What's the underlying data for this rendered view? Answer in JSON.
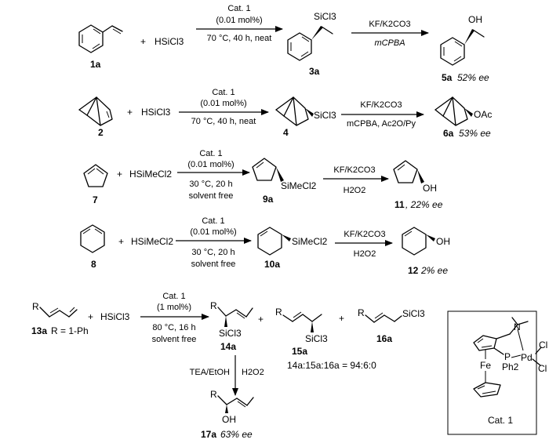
{
  "catalyst": {
    "label": "Cat. 1"
  },
  "rows": [
    {
      "reagent": "HSiCl3",
      "step1": {
        "cat": "Cat. 1",
        "loading": "(0.01 mol%)",
        "line3": "70 °C, 40 h, neat",
        "line4": ""
      },
      "step2": {
        "top": "KF/K2CO3",
        "bottom": "mCPBA"
      },
      "substrate_label": "1a",
      "intermediate_label": "3a",
      "intermediate_group": "SiCl3",
      "product_label": "5a",
      "product_ee": "52% ee",
      "product_group": "OH"
    },
    {
      "reagent": "HSiCl3",
      "step1": {
        "cat": "Cat. 1",
        "loading": "(0.01 mol%)",
        "line3": "70 °C, 40 h, neat",
        "line4": ""
      },
      "step2": {
        "top": "KF/K2CO3",
        "bottom": "mCPBA, Ac2O/Py"
      },
      "substrate_label": "2",
      "intermediate_label": "4",
      "intermediate_group": "SiCl3",
      "product_label": "6a",
      "product_ee": "53% ee",
      "product_group": "OAc"
    },
    {
      "reagent": "HSiMeCl2",
      "step1": {
        "cat": "Cat. 1",
        "loading": "(0.01 mol%)",
        "line3": "30 °C, 20 h",
        "line4": "solvent free"
      },
      "step2": {
        "top": "KF/K2CO3",
        "bottom": "H2O2"
      },
      "substrate_label": "7",
      "intermediate_label": "9a",
      "intermediate_group": "SiMeCl2",
      "product_label": "11",
      "product_ee": ", 22% ee",
      "product_group": "OH"
    },
    {
      "reagent": "HSiMeCl2",
      "step1": {
        "cat": "Cat. 1",
        "loading": "(0.01 mol%)",
        "line3": "30 °C, 20 h",
        "line4": "solvent free"
      },
      "step2": {
        "top": "KF/K2CO3",
        "bottom": "H2O2"
      },
      "substrate_label": "8",
      "intermediate_label": "10a",
      "intermediate_group": "SiMeCl2",
      "product_label": "12",
      "product_ee": "2% ee",
      "product_group": "OH"
    }
  ],
  "diene_row": {
    "substrate_r": "R",
    "substrate_label": "13a",
    "substrate_def": "R = 1-Ph",
    "reagent": "HSiCl3",
    "step1": {
      "cat": "Cat. 1",
      "loading": "(1 mol%)",
      "line3": "80 °C, 16 h",
      "line4": "solvent free"
    },
    "plus": "+",
    "products": [
      {
        "label": "14a",
        "r": "R",
        "group": "SiCl3"
      },
      {
        "label": "15a",
        "r": "R",
        "group": "SiCl3"
      },
      {
        "label": "16a",
        "r": "R",
        "group": "SiCl3"
      }
    ],
    "ratio": "14a:15a:16a = 94:6:0",
    "down_step": {
      "left": "TEA/EtOH",
      "right": "H2O2"
    },
    "final": {
      "label": "17a",
      "ee": "63% ee",
      "r": "R",
      "group": "OH"
    }
  },
  "cat_structure": {
    "fe": "Fe",
    "p": "P",
    "ph2": "Ph2",
    "pd": "Pd",
    "n": "N",
    "cl1": "Cl",
    "cl2": "Cl"
  }
}
